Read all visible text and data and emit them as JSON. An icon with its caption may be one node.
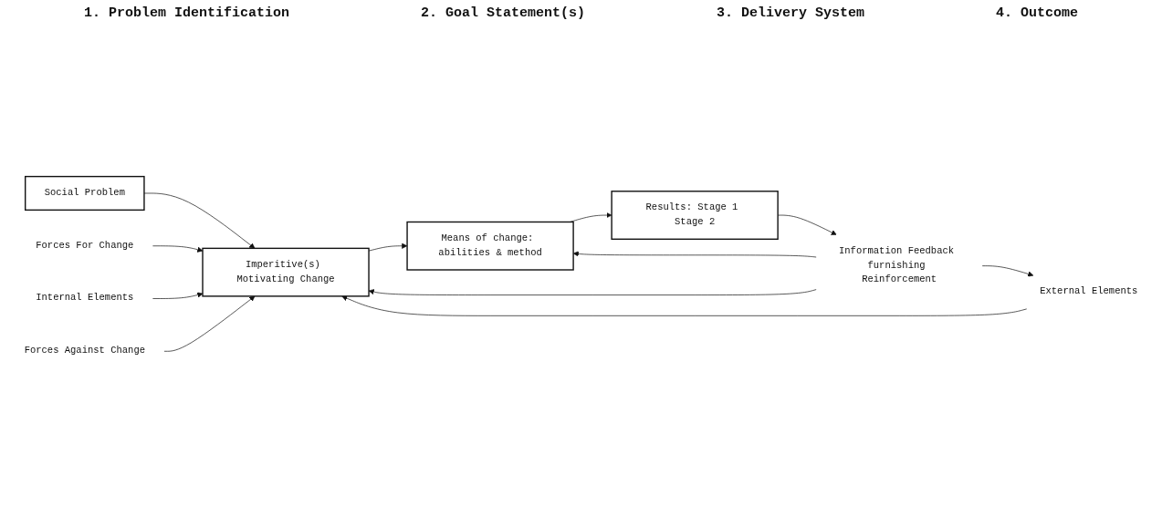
{
  "diagram": {
    "nodes": [
      {
        "text": [
          "Social Problem"
        ]
      },
      {
        "text": [
          "Forces For Change"
        ]
      },
      {
        "text": [
          "Internal Elements"
        ]
      },
      {
        "text": [
          "Imperitive(s) Motivating Change"
        ]
      },
      {
        "text": [
          "Forces Against Change"
        ]
      },
      {
        "text": [
          "External Elements"
        ]
      },
      {
        "text": [
          "Means of change: abilities & method"
        ]
      },
      {
        "text": [
          "Results: Stage 1 Stage 2"
        ]
      },
      {
        "text": [
          "Information Feedback furnishing Reinforcement"
        ]
      }
    ],
    "edges": [
      {
        "from": 0,
        "to": 3,
        "arrow": "to"
      },
      {
        "from": 1,
        "to": 3,
        "arrow": "to"
      },
      {
        "from": 2,
        "to": 3,
        "arrow": "to"
      },
      {
        "from": 4,
        "to": 3,
        "arrow": "to"
      },
      {
        "from": 5,
        "to": 3,
        "arrow": "to"
      },
      {
        "from": 3,
        "to": 6,
        "arrow": "to"
      },
      {
        "from": 6,
        "to": 7,
        "arrow": "to"
      },
      {
        "from": 7,
        "to": 8,
        "arrow": "to"
      },
      {
        "from": 8,
        "to": 3,
        "arrow": "to"
      },
      {
        "from": 8,
        "to": 5,
        "arrow": "to"
      },
      {
        "from": 8,
        "to": 6,
        "arrow": "to"
      }
    ],
    "labels": [
      "1. Problem Identification",
      "2. Goal Statement(s)",
      "3. Delivery System",
      "4. Outcome"
    ]
  }
}
